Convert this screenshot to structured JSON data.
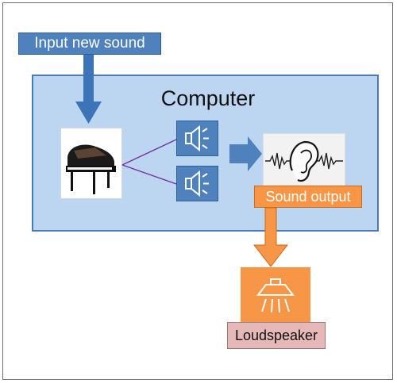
{
  "diagram": {
    "input_label": "Input new sound",
    "computer_label": "Computer",
    "output_label": "Sound output",
    "loudspeaker_label": "Loudspeaker"
  },
  "icons": {
    "piano": "grand-piano-icon",
    "speakers": [
      "speaker-icon",
      "speaker-icon"
    ],
    "ear": "ear-with-sound-waves-icon",
    "loudspeaker": "loudspeaker-icon"
  },
  "colors": {
    "blue": "#4f81bd",
    "light_blue": "#bcd5f0",
    "orange": "#f79646",
    "pink": "#e6b9b8",
    "connector": "#7030a0"
  }
}
